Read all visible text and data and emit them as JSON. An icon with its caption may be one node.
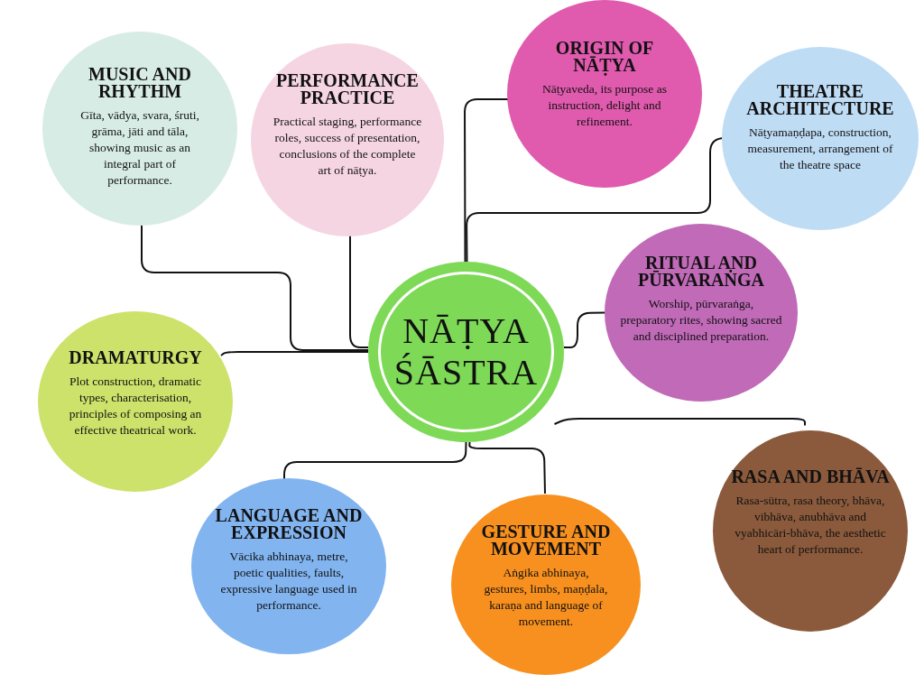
{
  "diagram": {
    "nodes": [
      {
        "text": [
          "NĀṬYA ŚĀSTRA"
        ]
      },
      {
        "text": [
          "MUSIC AND RHYTHM",
          "Gīta, vādya, svara, śruti, grāma, jāti and tāla, showing music as an integral part of performance."
        ]
      },
      {
        "text": [
          "PERFORMANCE PRACTICE",
          "Practical staging, performance roles, success of presentation, conclusions of the complete art of nāṭya."
        ]
      },
      {
        "text": [
          "ORIGIN OF NĀṬYA",
          "Nāṭyaveda, its purpose as instruction, delight and refinement."
        ]
      },
      {
        "text": [
          "THEATRE ARCHITECTURE",
          "Nāṭyamaṇḍapa, construction, measurement, arrangement of the theatre space"
        ]
      },
      {
        "text": [
          "RITUAL AND PŪRVARAṄGA",
          "Worship, pūrvaraṅga, preparatory rites, showing  sacred and disciplined preparation."
        ]
      },
      {
        "text": [
          "DRAMATURGY",
          "Plot construction, dramatic types, characterisation, principles of composing an effective theatrical work."
        ]
      },
      {
        "text": [
          "RASA AND BHĀVA",
          "Rasa-sūtra, rasa theory, bhāva, vibhāva, anubhāva and vyabhicāri-bhāva, the aesthetic heart of performance."
        ]
      },
      {
        "text": [
          "LANGUAGE AND EXPRESSION",
          "Vācika abhinaya, metre, poetic qualities, faults, expressive language used in performance."
        ]
      },
      {
        "text": [
          "GESTURE AND MOVEMENT",
          "Aṅgika abhinaya, gestures, limbs, maṇḍala, karaṇa and language of movement."
        ]
      }
    ],
    "edges": [
      {
        "from": 0,
        "to": 1,
        "arrow": "none"
      },
      {
        "from": 0,
        "to": 2,
        "arrow": "none"
      },
      {
        "from": 0,
        "to": 3,
        "arrow": "none"
      },
      {
        "from": 0,
        "to": 4,
        "arrow": "none"
      },
      {
        "from": 0,
        "to": 5,
        "arrow": "none"
      },
      {
        "from": 0,
        "to": 6,
        "arrow": "none"
      },
      {
        "from": 0,
        "to": 7,
        "arrow": "none"
      },
      {
        "from": 0,
        "to": 8,
        "arrow": "none"
      },
      {
        "from": 0,
        "to": 9,
        "arrow": "none"
      }
    ]
  }
}
